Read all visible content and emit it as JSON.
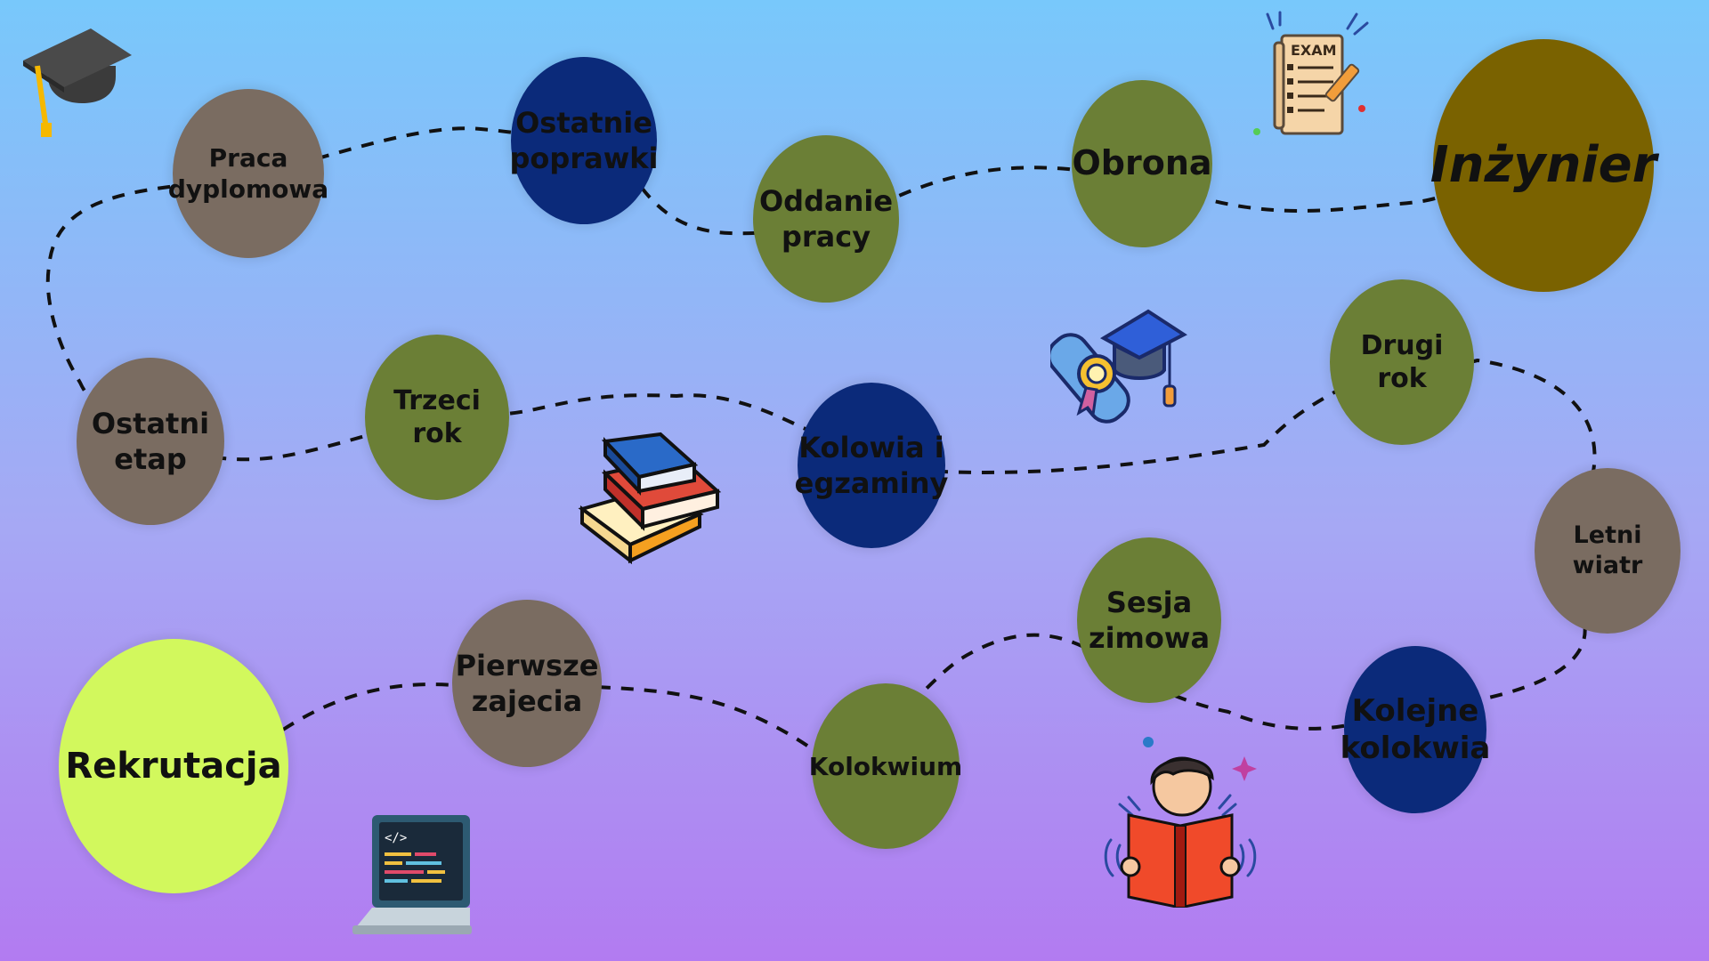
{
  "colors": {
    "olive": "#6b7f36",
    "taupe": "#7a6c61",
    "navy": "#0b2a7a",
    "lime": "#d2f85d",
    "gold": "#7a6200"
  },
  "nodes": {
    "rekrutacja": "Rekrutacja",
    "pierwsze_zajecia": "Pierwsze\nzajecia",
    "kolokwium": "Kolokwium",
    "sesja_zimowa": "Sesja\nzimowa",
    "kolejne_kolokwia": "Kolejne\nkolokwia",
    "letni_wiatr": "Letni wiatr",
    "drugi_rok": "Drugi rok",
    "kolowia_egzaminy": "Kolowia i\negzaminy",
    "trzeci_rok": "Trzeci rok",
    "ostatni_etap": "Ostatni\netap",
    "praca_dyplomowa": "Praca\ndyplomowa",
    "ostatnie_poprawki": "Ostatnie\npoprawki",
    "oddanie_pracy": "Oddanie\npracy",
    "obrona": "Obrona",
    "inzynier": "Inżynier"
  },
  "exam_sheet": {
    "title": "EXAM"
  },
  "icons": [
    "graduation-cap-icon",
    "exam-sheet-icon",
    "diploma-cap-icon",
    "books-stack-icon",
    "laptop-code-icon",
    "student-reading-icon"
  ]
}
